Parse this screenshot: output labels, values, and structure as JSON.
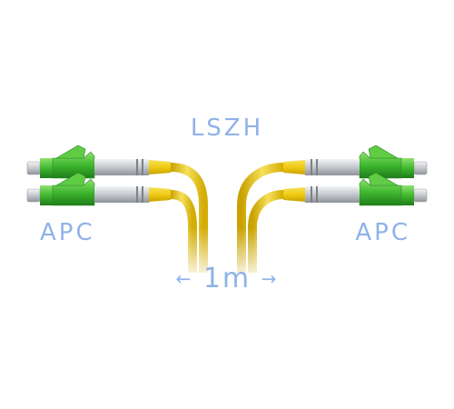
{
  "image": {
    "cable_type_label": "LSZH",
    "left_connector_label": "APC",
    "right_connector_label": "APC",
    "length_label": {
      "left_arrow": "←",
      "value": "1m",
      "right_arrow": "→"
    },
    "colors": {
      "label_text": "#8fb2e8",
      "cable_yellow": "#f2d21a",
      "connector_green": "#3fb82f",
      "ferrule_grey": "#cfd3d6"
    },
    "connector_count_per_side": 2
  }
}
